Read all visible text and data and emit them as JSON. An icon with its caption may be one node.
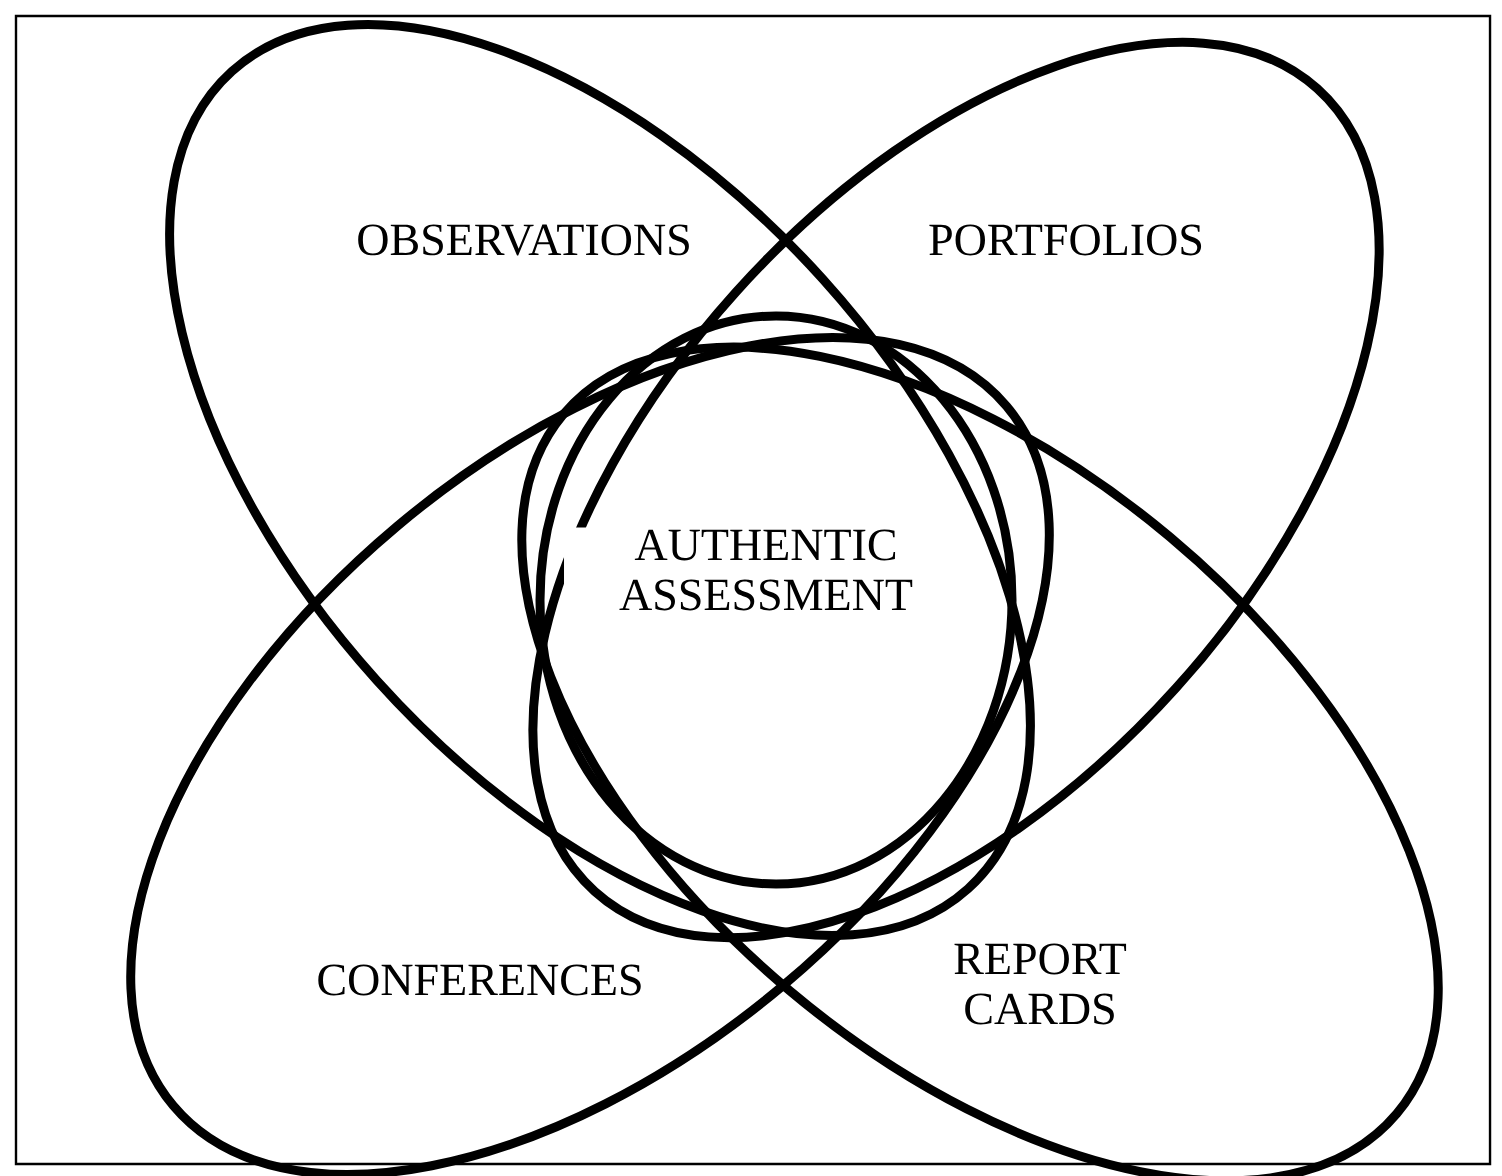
{
  "diagram": {
    "nodes": [
      {
        "text": [
          "OBSERVATIONS"
        ]
      },
      {
        "text": [
          "PORTFOLIOS"
        ]
      },
      {
        "text": [
          "AUTHENTIC ASSESSMENT"
        ]
      },
      {
        "text": [
          "CONFERENCES"
        ]
      },
      {
        "text": [
          "REPORT CARDS"
        ]
      }
    ]
  }
}
